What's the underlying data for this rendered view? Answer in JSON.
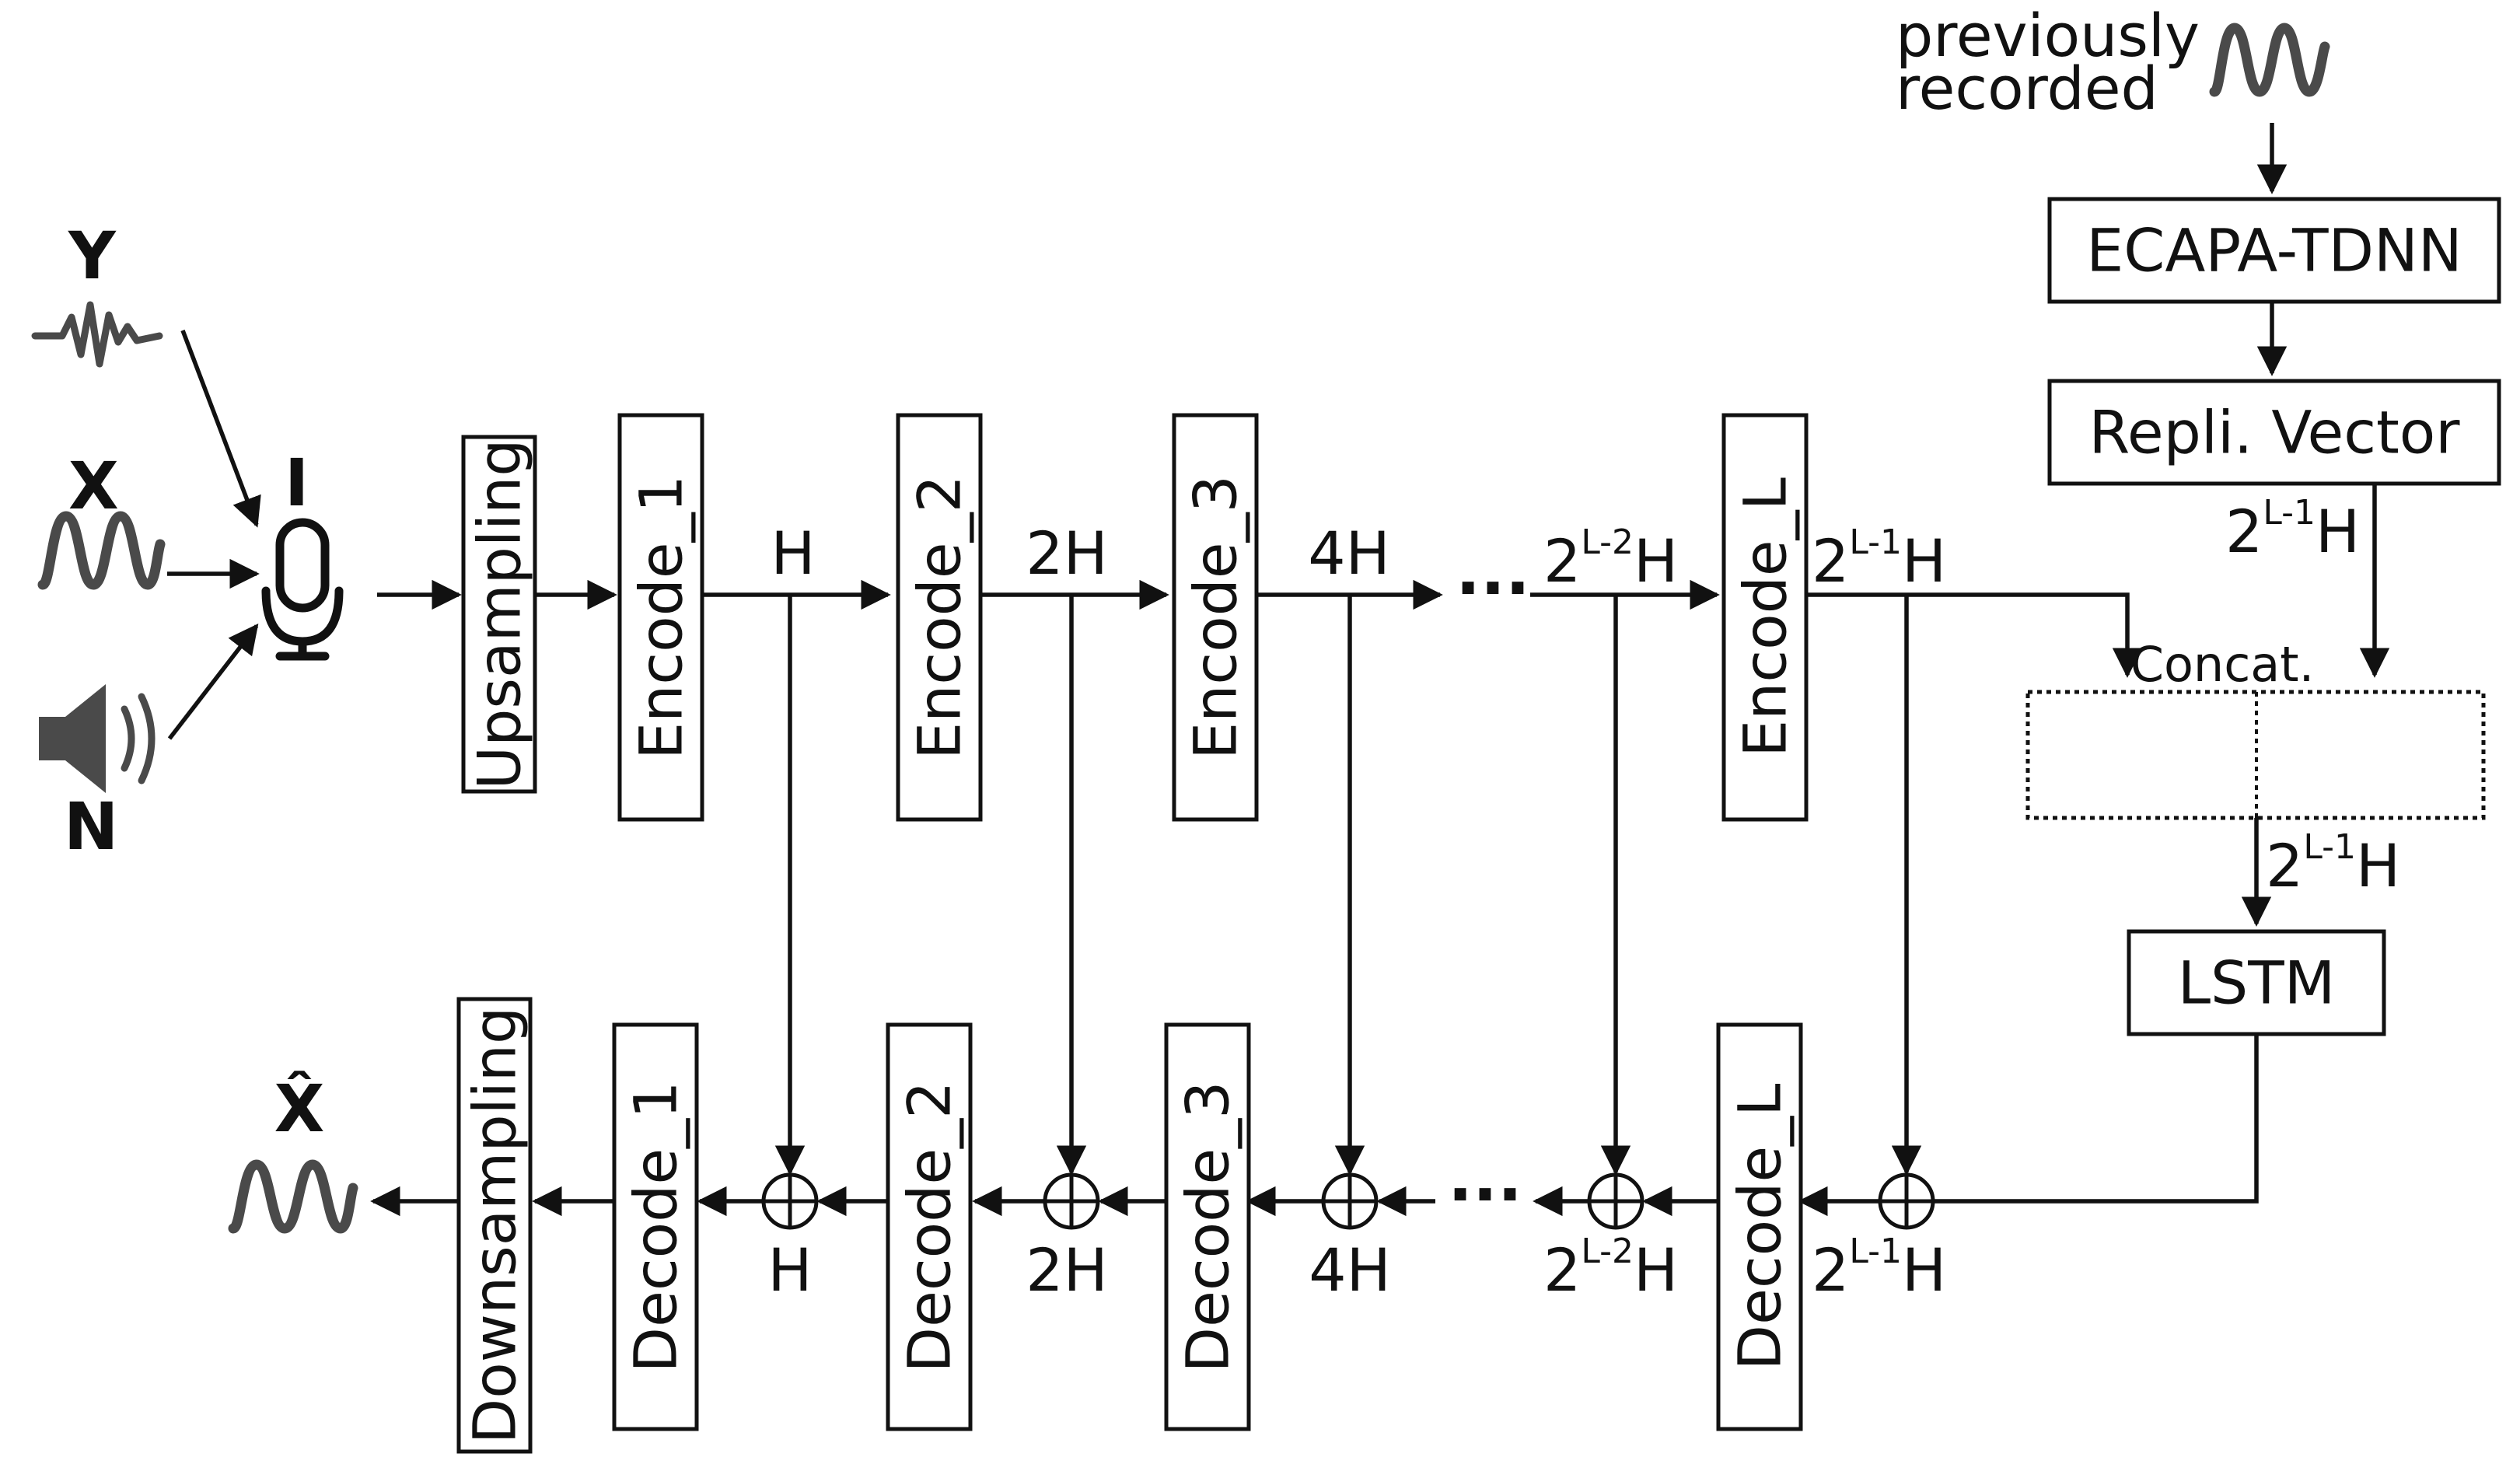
{
  "inputs": {
    "y_label": "Y",
    "x_label": "X",
    "n_label": "N",
    "i_label": "I",
    "xhat_label": "X̂"
  },
  "speaker_branch": {
    "recorded_line1": "previously",
    "recorded_line2": "recorded",
    "ecapa": "ECAPA-TDNN",
    "repli": "Repli. Vector",
    "concat": "Concat.",
    "lstm": "LSTM"
  },
  "blocks": {
    "upsampling": "Upsampling",
    "downsampling": "Downsampling",
    "encoders": [
      "Encode_1",
      "Encode_2",
      "Encode_3",
      "Encode_L"
    ],
    "decoders": [
      "Decode_1",
      "Decode_2",
      "Decode_3",
      "Decode_L"
    ]
  },
  "dims": {
    "h": "H",
    "h2": "2H",
    "h4": "4H",
    "base": "2",
    "exp_l2": "L-2",
    "exp_l1": "L-1",
    "suffix": "H"
  },
  "ellipsis": "···"
}
